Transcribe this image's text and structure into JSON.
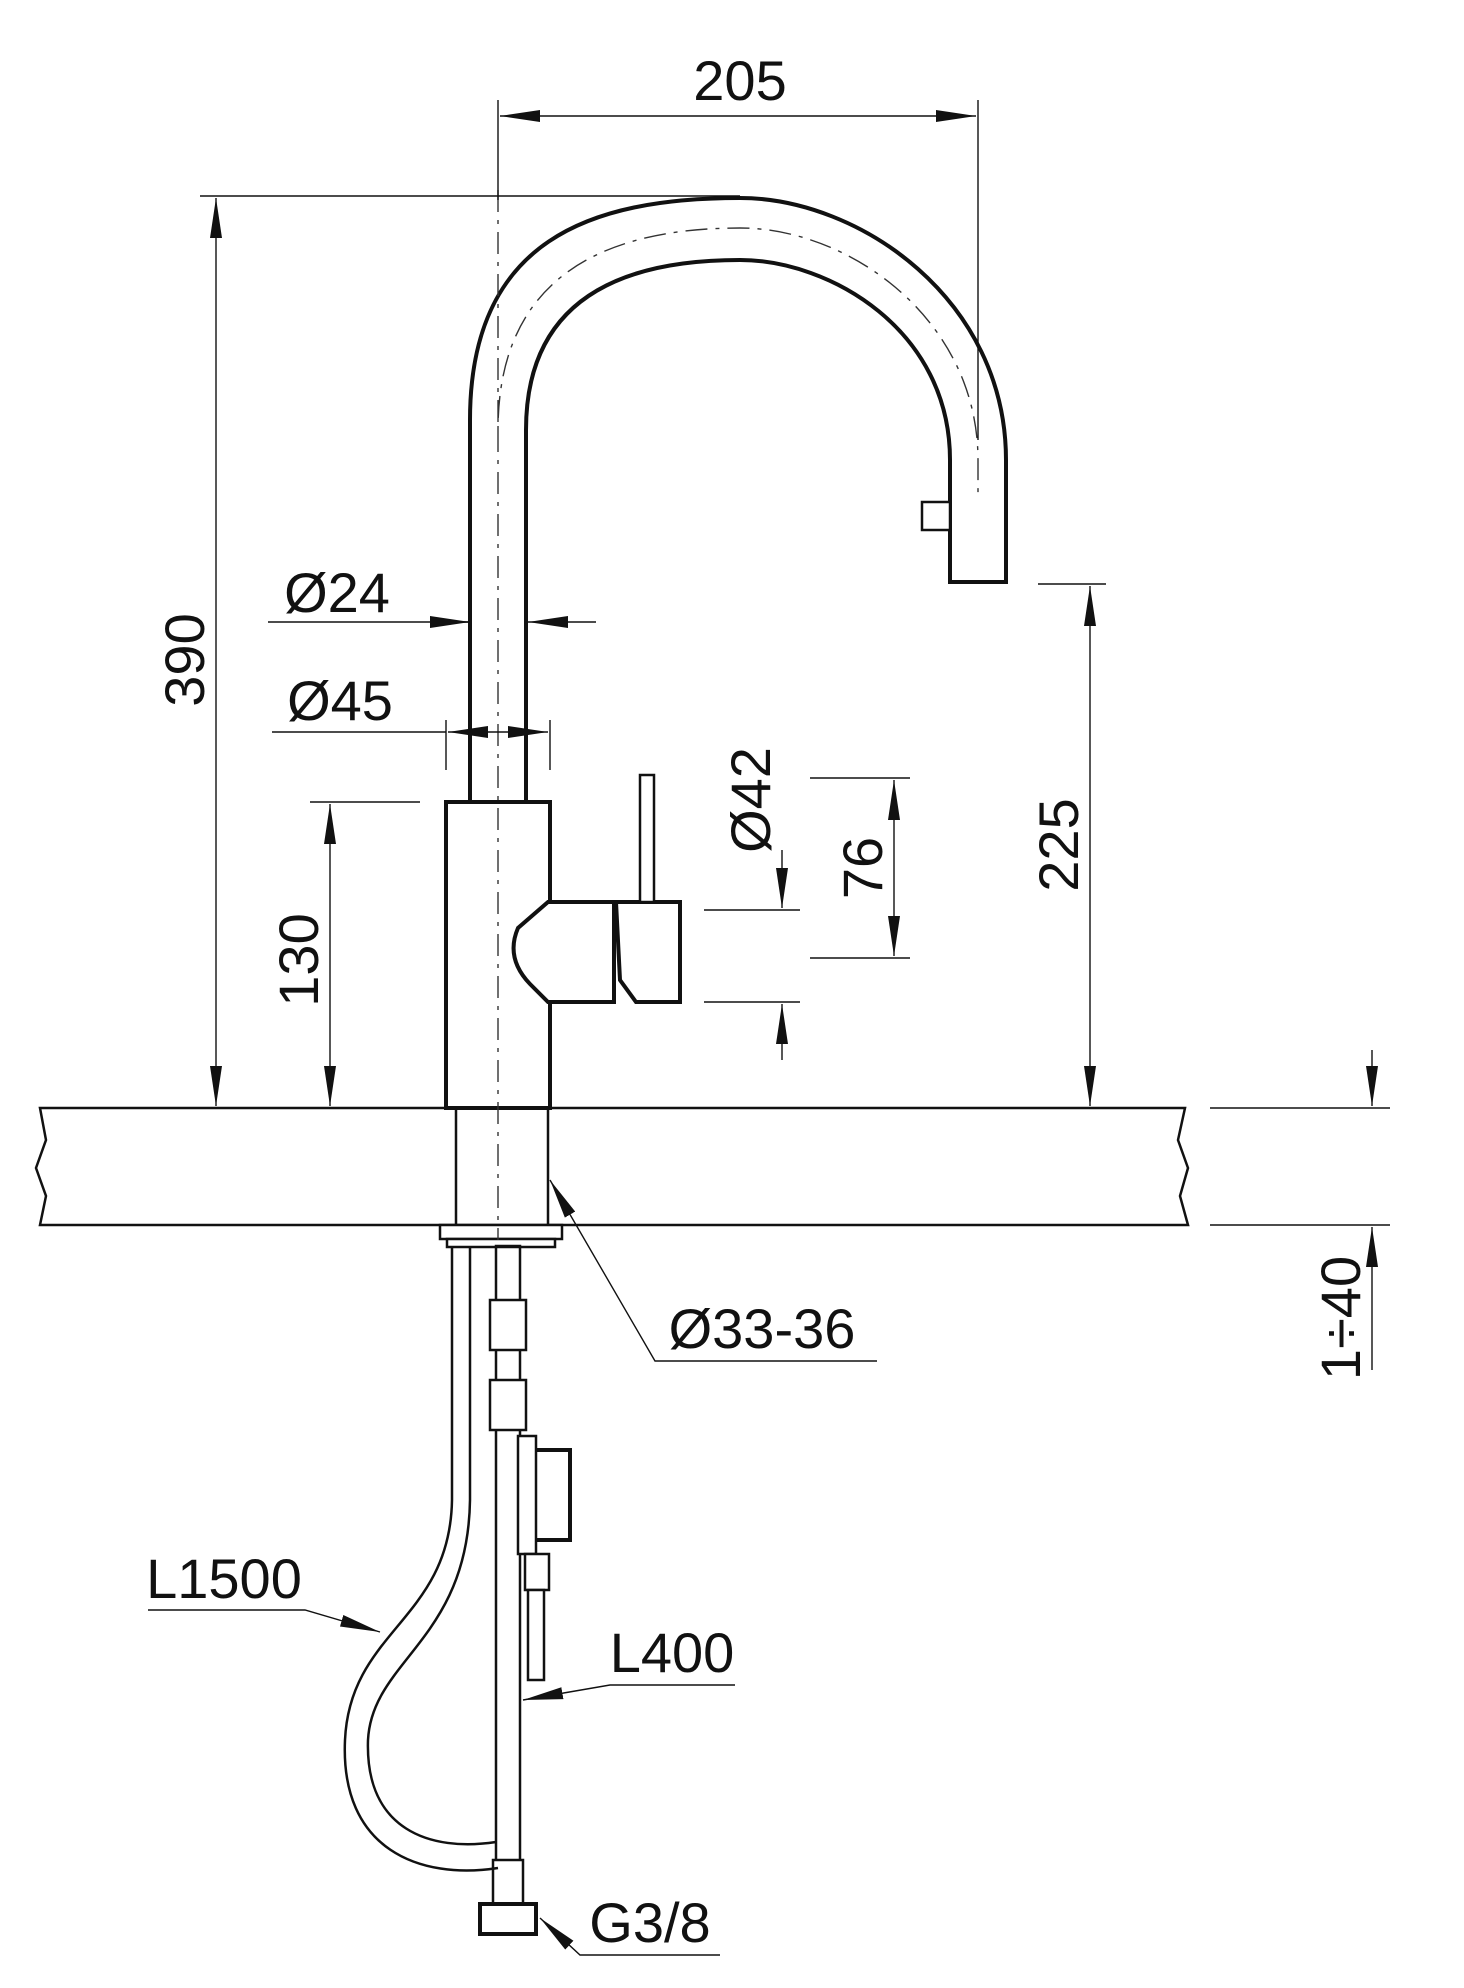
{
  "dimensions": {
    "width_top": "205",
    "height_total": "390",
    "pipe_dia": "Ø24",
    "body_dia": "Ø45",
    "lever_dia": "Ø42",
    "lever_height": "76",
    "spout_height": "225",
    "body_height": "130",
    "hole_dia": "Ø33-36",
    "deck_thickness": "1÷40",
    "hose_pull": "L1500",
    "hose_supply": "L400",
    "connector": "G3/8"
  },
  "colors": {
    "ink": "#111111",
    "background": "#ffffff"
  }
}
